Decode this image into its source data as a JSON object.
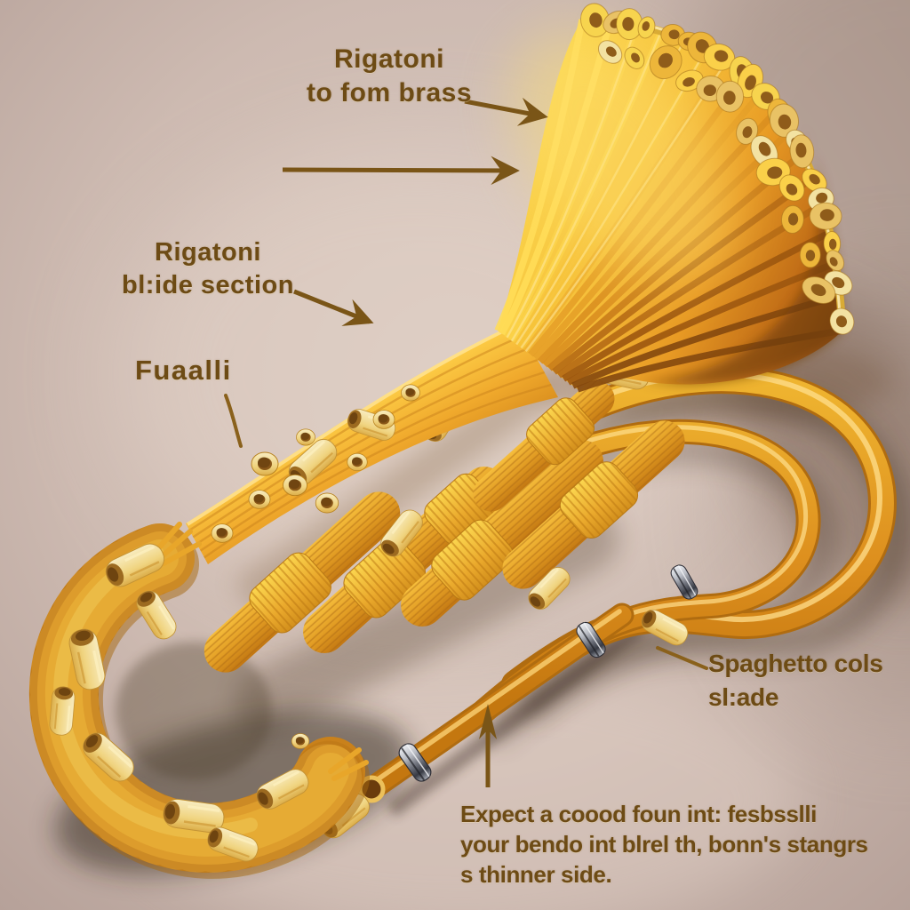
{
  "annotations": {
    "bell_label": {
      "line1": "Rigatoni",
      "line2": "to fom brass"
    },
    "slide_label": {
      "line1": "Rigatoni",
      "line2": "bl:ide section"
    },
    "fusilli_label": {
      "text": "Fuaalli"
    },
    "spaghetti_label": {
      "line1": "Spaghetto cols",
      "line2": "sl:ade"
    },
    "caption": {
      "line1": "Expect a coood foun int: fesbsslli",
      "line2": "your bendo int blrel th, bonn's stangrs",
      "line3": "s thinner side."
    }
  },
  "palette": {
    "background": "#cfbcb4",
    "background_light": "#e2d2c8",
    "background_dark": "#9c8577",
    "text_gold": "#6d4b15",
    "arrow_gold": "#7a5517",
    "pasta_yellow": "#f6c63d",
    "pasta_amber": "#d98a1d",
    "pasta_deep": "#8f4f12",
    "pasta_cream": "#f3e0a0",
    "bell_rim_gold": "#d9ab35",
    "metal_ring_silver": "#9a9aa4",
    "shadow": "#2c2416"
  }
}
